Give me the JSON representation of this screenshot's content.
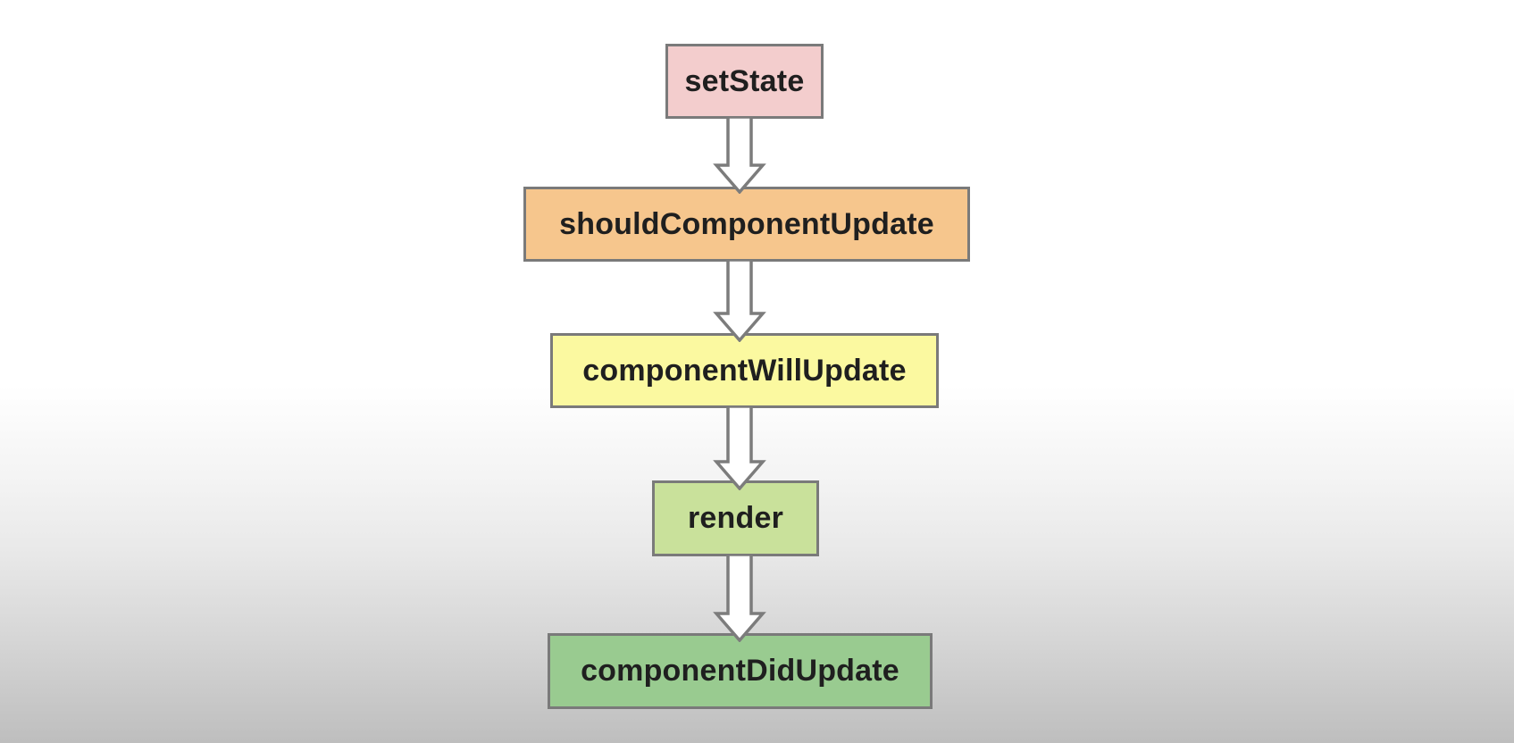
{
  "diagram": {
    "type": "flowchart",
    "direction": "top-down",
    "nodes": [
      {
        "id": "setState",
        "label": "setState",
        "fill": "#f3cdcd"
      },
      {
        "id": "shouldComponentUpdate",
        "label": "shouldComponentUpdate",
        "fill": "#f6c68d"
      },
      {
        "id": "componentWillUpdate",
        "label": "componentWillUpdate",
        "fill": "#fbf9a0"
      },
      {
        "id": "render",
        "label": "render",
        "fill": "#c9e19b"
      },
      {
        "id": "componentDidUpdate",
        "label": "componentDidUpdate",
        "fill": "#99cb90"
      }
    ],
    "edges": [
      {
        "from": "setState",
        "to": "shouldComponentUpdate"
      },
      {
        "from": "shouldComponentUpdate",
        "to": "componentWillUpdate"
      },
      {
        "from": "componentWillUpdate",
        "to": "render"
      },
      {
        "from": "render",
        "to": "componentDidUpdate"
      }
    ],
    "colors": {
      "node_border": "#7a7a7a",
      "arrow_outline": "#7c7c7c",
      "arrow_fill": "#ffffff",
      "text": "#1f1f1f",
      "background_top": "#ffffff",
      "background_bottom": "#bebebe"
    }
  }
}
